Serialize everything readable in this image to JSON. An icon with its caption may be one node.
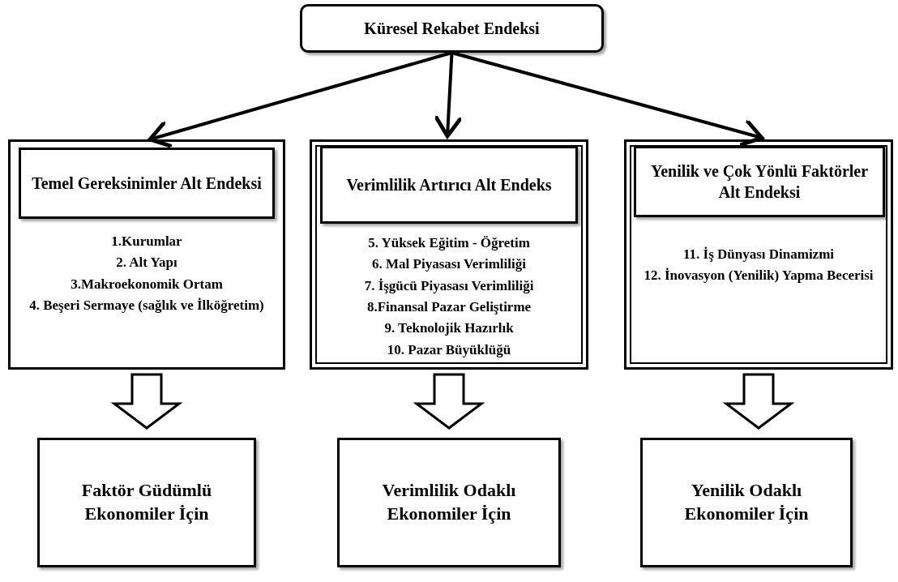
{
  "diagram": {
    "nodes": [
      {
        "text": [
          "Küresel Rekabet Endeksi"
        ]
      },
      {
        "text": [
          "1.Kurumlar",
          "2. Alt Yapı",
          "3.Makroekonomik Ortam",
          "4. Beşeri Sermaye (sağlık ve İlköğretim)"
        ]
      },
      {
        "text": [
          "Temel Gereksinimler Alt Endeksi"
        ],
        "in": 1
      },
      {
        "text": [
          "5. Yüksek Eğitim - Öğretim",
          "6. Mal Piyasası Verimliliği",
          "7. İşgücü Piyasası Verimliliği",
          "8.Finansal Pazar Geliştirme",
          "9. Teknolojik Hazırlık",
          "10. Pazar Büyüklüğü"
        ]
      },
      {
        "text": [
          "Verimlilik Artırıcı Alt Endeks"
        ],
        "in": 3
      },
      {
        "text": [
          "11. İş Dünyası Dinamizmi",
          "12. İnovasyon (Yenilik) Yapma Becerisi"
        ]
      },
      {
        "text": [
          "Yenilik ve Çok Yönlü Faktörler Alt Endeksi"
        ],
        "in": 5
      },
      {
        "text": [
          "Faktör Güdümlü Ekonomiler İçin"
        ]
      },
      {
        "text": [
          "Verimlilik Odaklı Ekonomiler İçin"
        ]
      },
      {
        "text": [
          "Yenilik Odaklı Ekonomiler İçin"
        ]
      }
    ],
    "edges": [
      {
        "from": 0,
        "to": 1,
        "arrow": "to"
      },
      {
        "from": 0,
        "to": 3,
        "arrow": "to"
      },
      {
        "from": 0,
        "to": 5,
        "arrow": "to"
      },
      {
        "from": 1,
        "to": 7,
        "arrow": "to",
        "style": "thick"
      },
      {
        "from": 3,
        "to": 8,
        "arrow": "to",
        "style": "thick"
      },
      {
        "from": 5,
        "to": 9,
        "arrow": "to",
        "style": "thick"
      }
    ]
  }
}
